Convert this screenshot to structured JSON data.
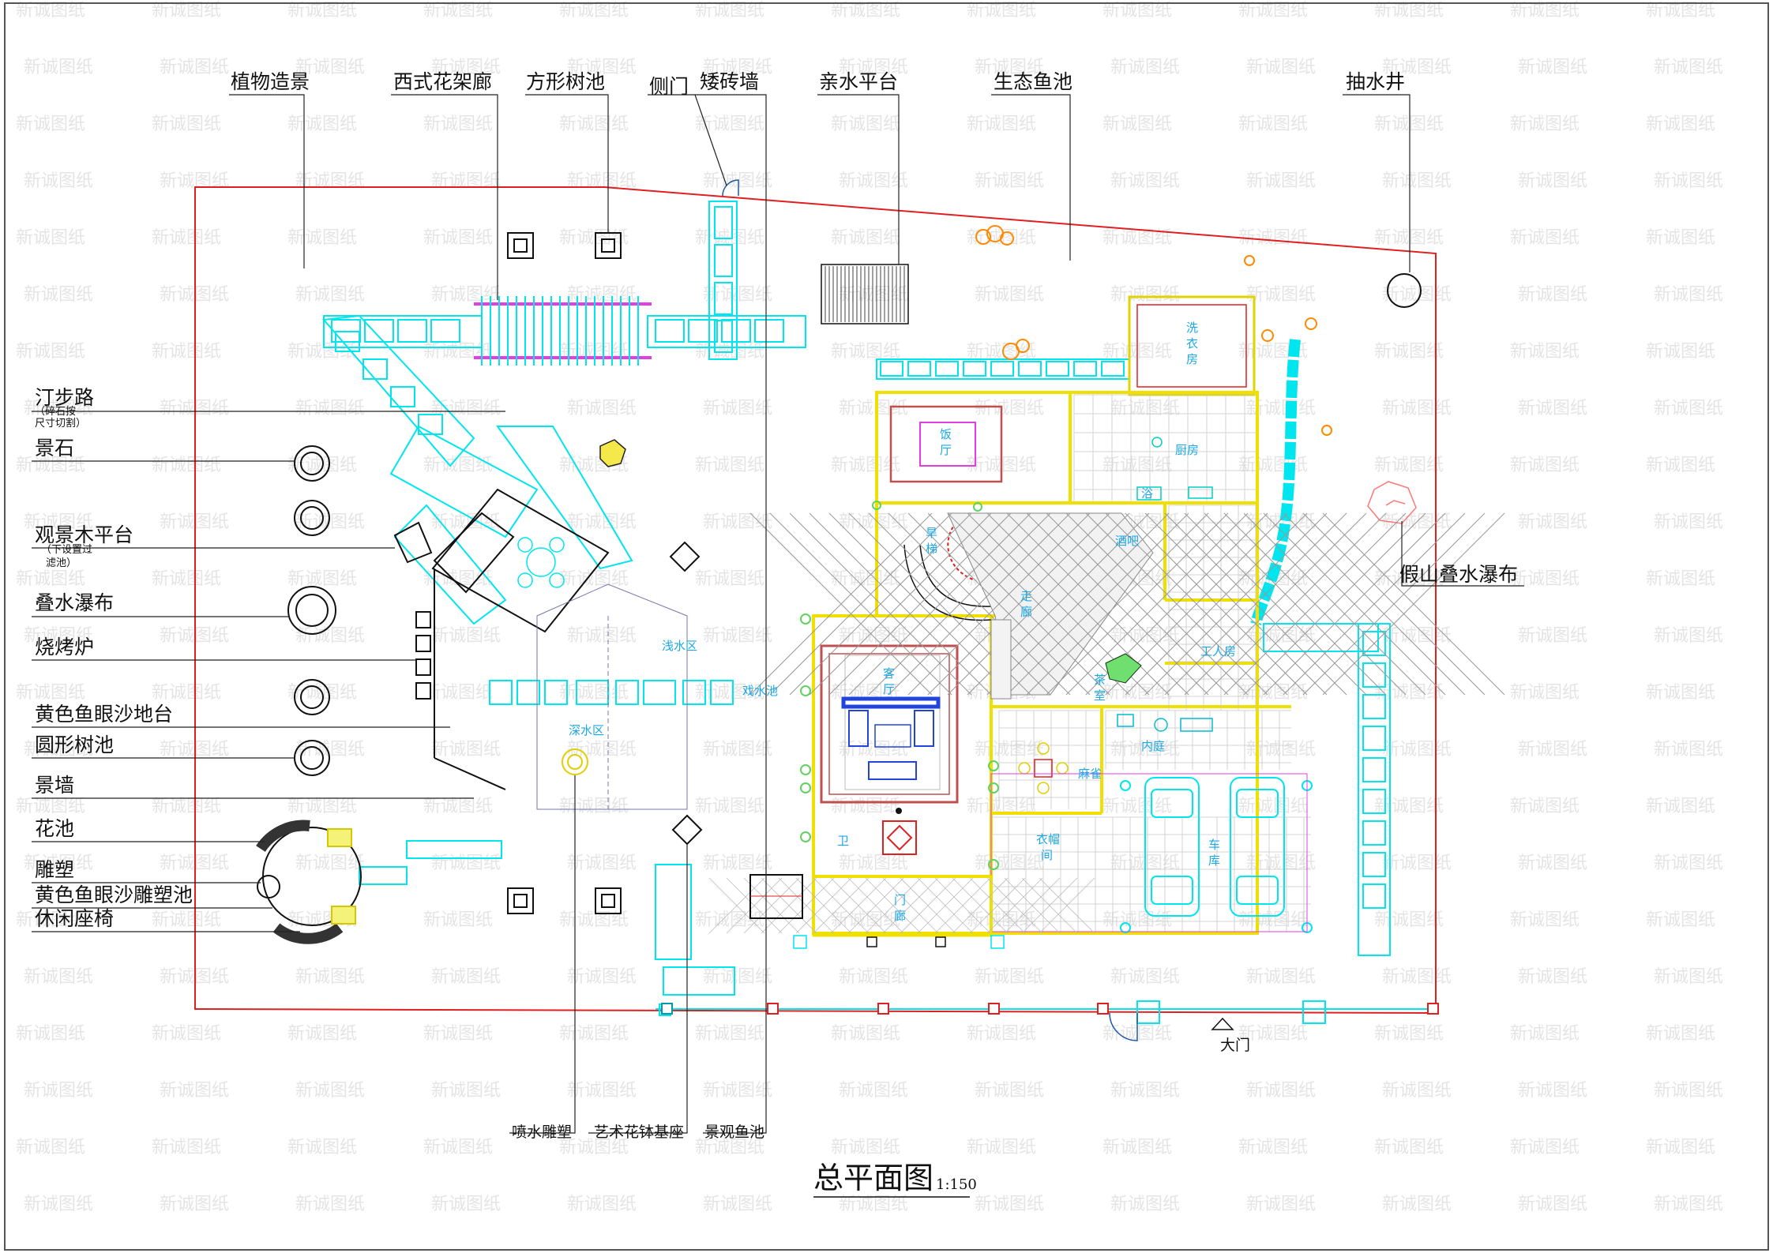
{
  "drawing": {
    "title": "总平面图",
    "scale": "1:150",
    "watermark": "新诚图纸"
  },
  "colors": {
    "boundary": "#e02020",
    "hardscape": "#00e5ee",
    "house": "#f0e000",
    "leader": "#222222",
    "magenta": "#e040e0",
    "orange": "#ff8a00"
  },
  "top_labels": [
    {
      "id": "plant-landscape",
      "text": "植物造景"
    },
    {
      "id": "western-pergola",
      "text": "西式花架廊"
    },
    {
      "id": "square-tree-pit",
      "text": "方形树池"
    },
    {
      "id": "side-gate",
      "text": "侧门"
    },
    {
      "id": "low-brick-wall",
      "text": "矮砖墙"
    },
    {
      "id": "waterside-platform",
      "text": "亲水平台"
    },
    {
      "id": "eco-fish-pond",
      "text": "生态鱼池"
    },
    {
      "id": "pump-well",
      "text": "抽水井"
    }
  ],
  "left_labels": [
    {
      "id": "stepping-path",
      "text": "汀步路",
      "note": "（碎石按",
      "note2": "尺寸切割）"
    },
    {
      "id": "landscape-stone",
      "text": "景石"
    },
    {
      "id": "wood-deck",
      "text": "观景木平台",
      "note": "（下设置过",
      "note2": "滤池）"
    },
    {
      "id": "cascade",
      "text": "叠水瀑布"
    },
    {
      "id": "bbq-stove",
      "text": "烧烤炉"
    },
    {
      "id": "sand-platform",
      "text": "黄色鱼眼沙地台"
    },
    {
      "id": "round-tree-pit",
      "text": "圆形树池"
    },
    {
      "id": "feature-wall",
      "text": "景墙"
    },
    {
      "id": "flower-bed",
      "text": "花池"
    },
    {
      "id": "sculpture",
      "text": "雕塑"
    },
    {
      "id": "sand-sculpture-pool",
      "text": "黄色鱼眼沙雕塑池"
    },
    {
      "id": "leisure-bench",
      "text": "休闲座椅"
    }
  ],
  "right_labels": [
    {
      "id": "rockery-waterfall",
      "text": "假山叠水瀑布"
    }
  ],
  "bottom_labels": [
    {
      "id": "fountain-sculpture",
      "text": "喷水雕塑"
    },
    {
      "id": "planter-base",
      "text": "艺术花钵基座"
    },
    {
      "id": "koi-pond",
      "text": "景观鱼池"
    }
  ],
  "main_gate": "大门",
  "rooms": {
    "laundry": [
      "洗",
      "衣",
      "房"
    ],
    "dining": [
      "饭",
      "厅"
    ],
    "kitchen": "厨房",
    "bath": "浴",
    "bar": "酒吧",
    "stair": [
      "旱",
      "梯"
    ],
    "corridor": [
      "走",
      "廊"
    ],
    "servant": "工人房",
    "living": [
      "客",
      "厅"
    ],
    "tea": [
      "茶",
      "室"
    ],
    "hall": "内庭",
    "mahjong": "麻雀",
    "cloak": [
      "衣帽",
      "间"
    ],
    "garage": [
      "车",
      "库"
    ],
    "porch": [
      "门",
      "廊"
    ],
    "toilet": "卫",
    "shallow": "浅水区",
    "deep": "深水区",
    "wading": "戏水池"
  }
}
